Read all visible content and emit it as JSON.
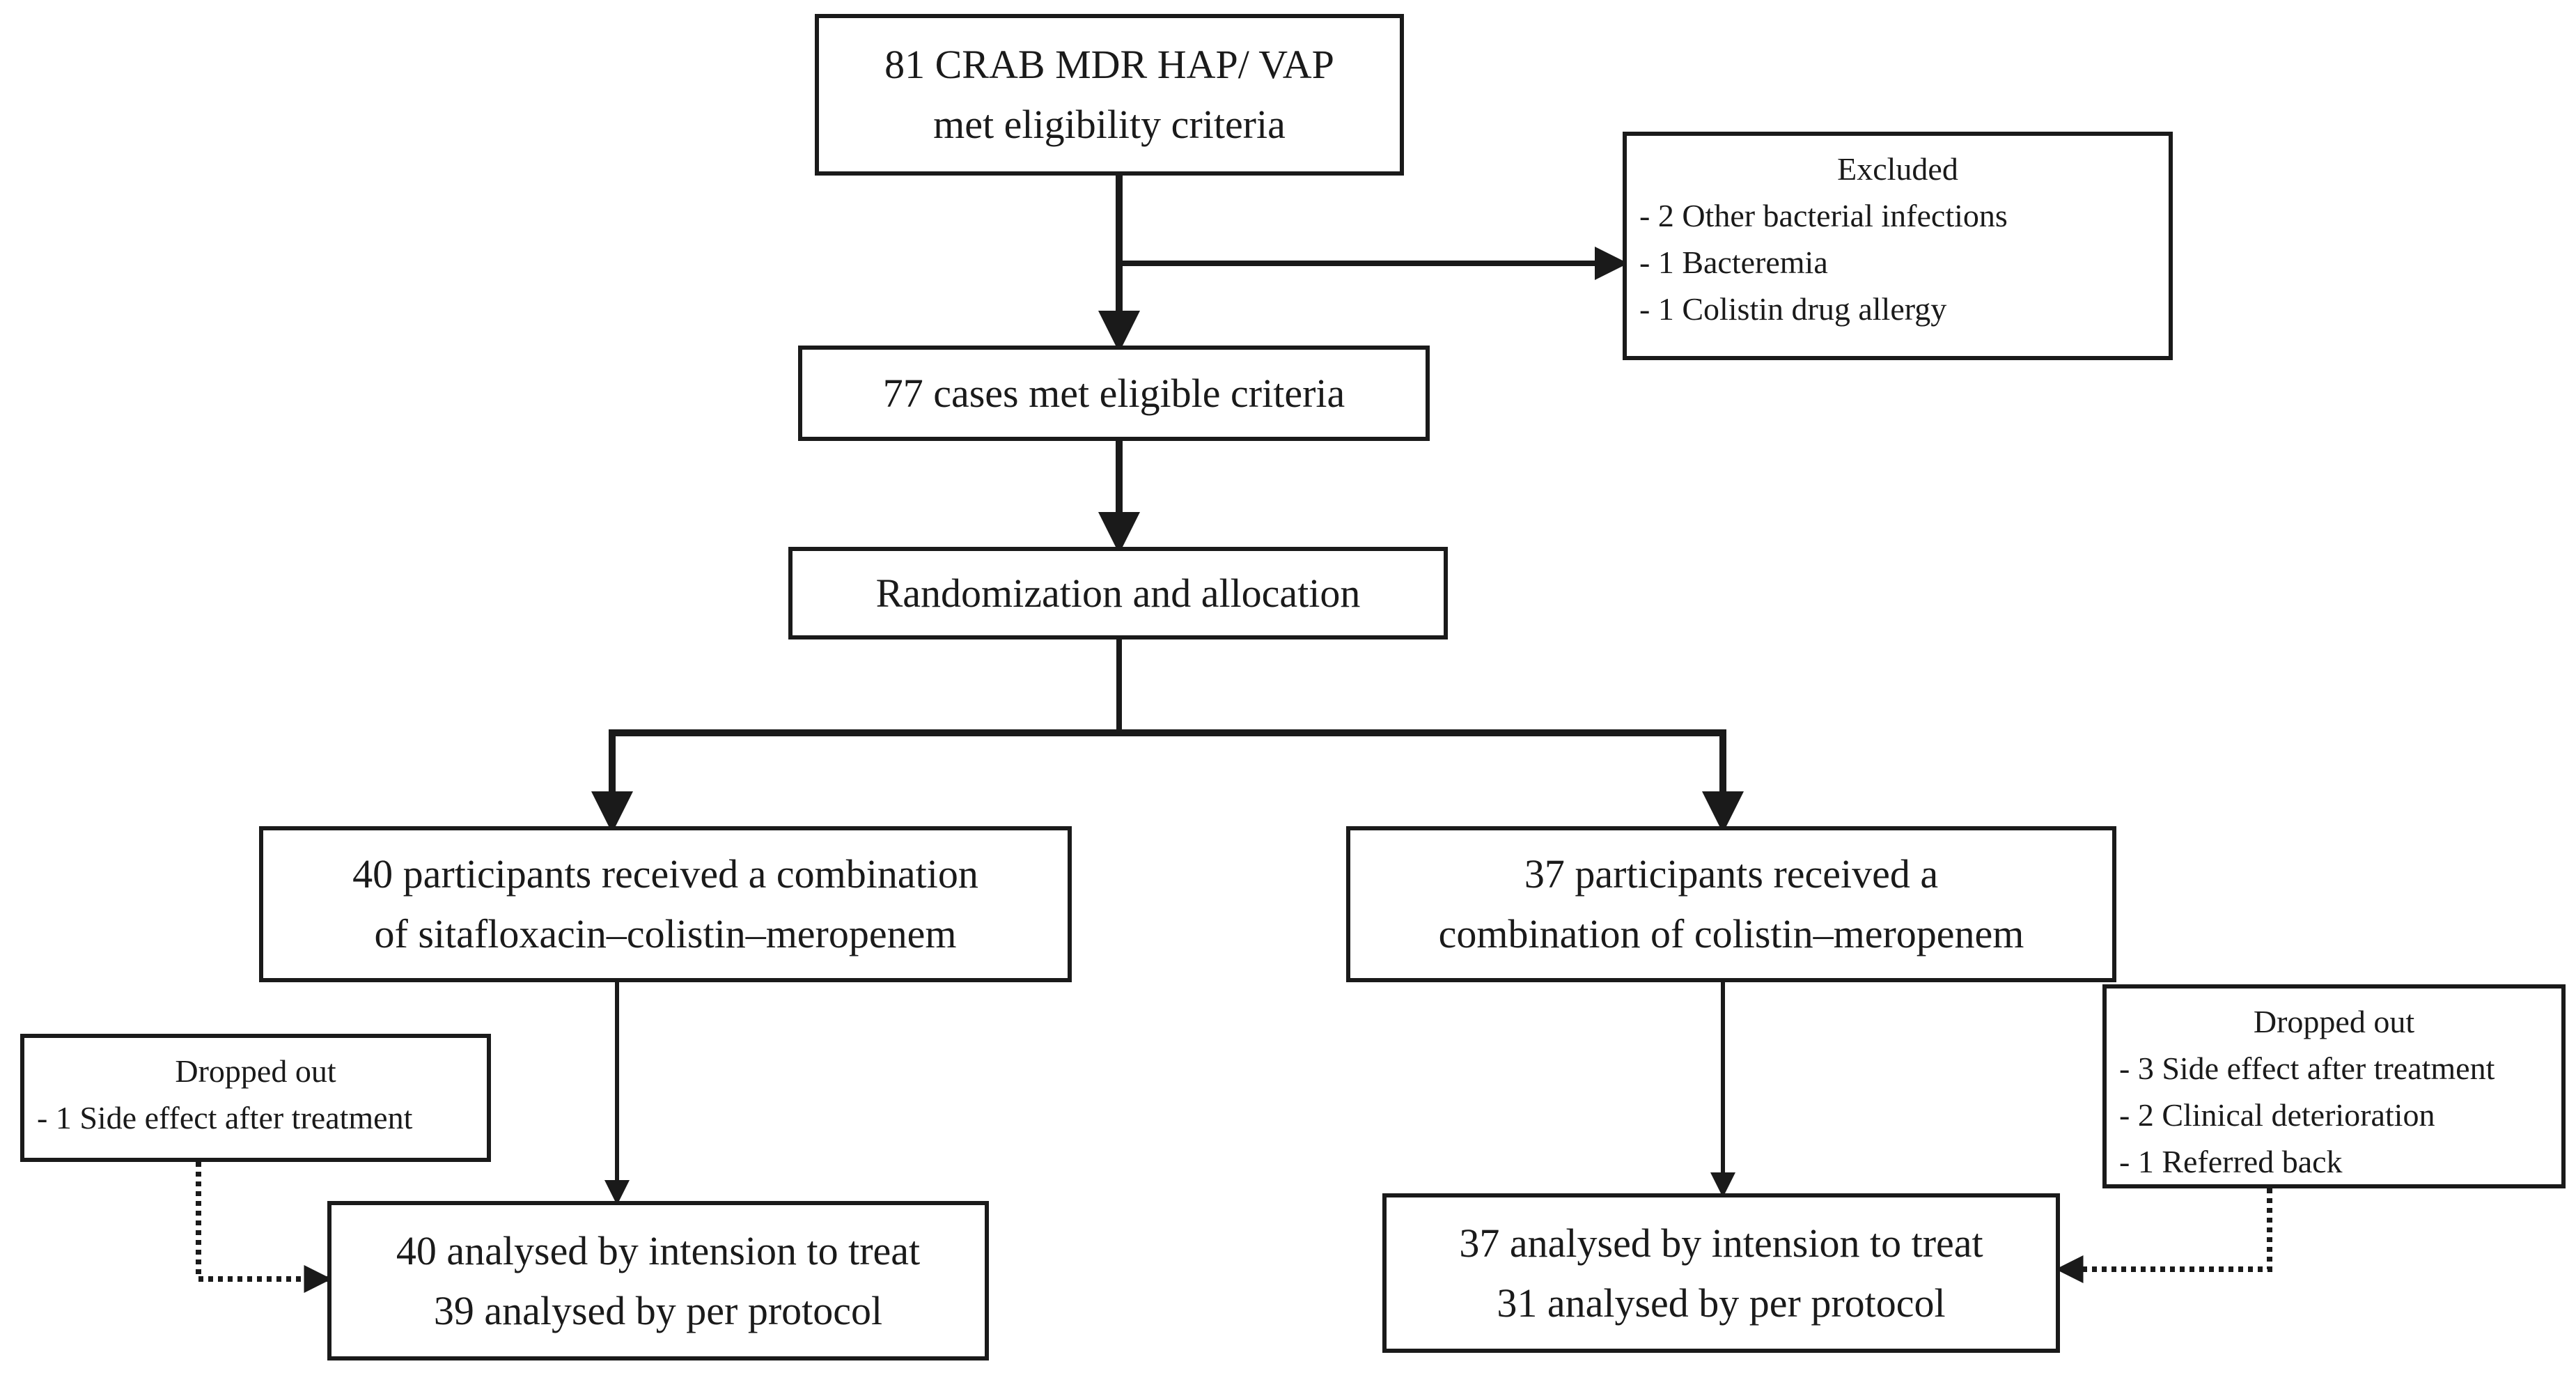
{
  "boxes": {
    "eligibility": {
      "line1": "81 CRAB MDR HAP/ VAP",
      "line2": "met eligibility criteria"
    },
    "excluded": {
      "title": "Excluded",
      "items": [
        "- 2 Other bacterial infections",
        "- 1 Bacteremia",
        "- 1 Colistin drug allergy"
      ]
    },
    "eligible": {
      "text": "77 cases met eligible criteria"
    },
    "randomization": {
      "text": "Randomization and allocation"
    },
    "arm_a": {
      "line1": "40 participants received a combination",
      "line2": "of sitafloxacin–colistin–meropenem"
    },
    "arm_b": {
      "line1": "37 participants received a",
      "line2": "combination of colistin–meropenem"
    },
    "dropped_a": {
      "title": "Dropped out",
      "items": [
        "- 1 Side effect after treatment"
      ]
    },
    "dropped_b": {
      "title": "Dropped out",
      "items": [
        "- 3 Side effect after treatment",
        "- 2 Clinical deterioration",
        "- 1 Referred back"
      ]
    },
    "analysis_a": {
      "line1": "40 analysed by intension to treat",
      "line2": "39 analysed by per protocol"
    },
    "analysis_b": {
      "line1": "37 analysed by intension to treat",
      "line2": "31 analysed by per protocol"
    }
  }
}
